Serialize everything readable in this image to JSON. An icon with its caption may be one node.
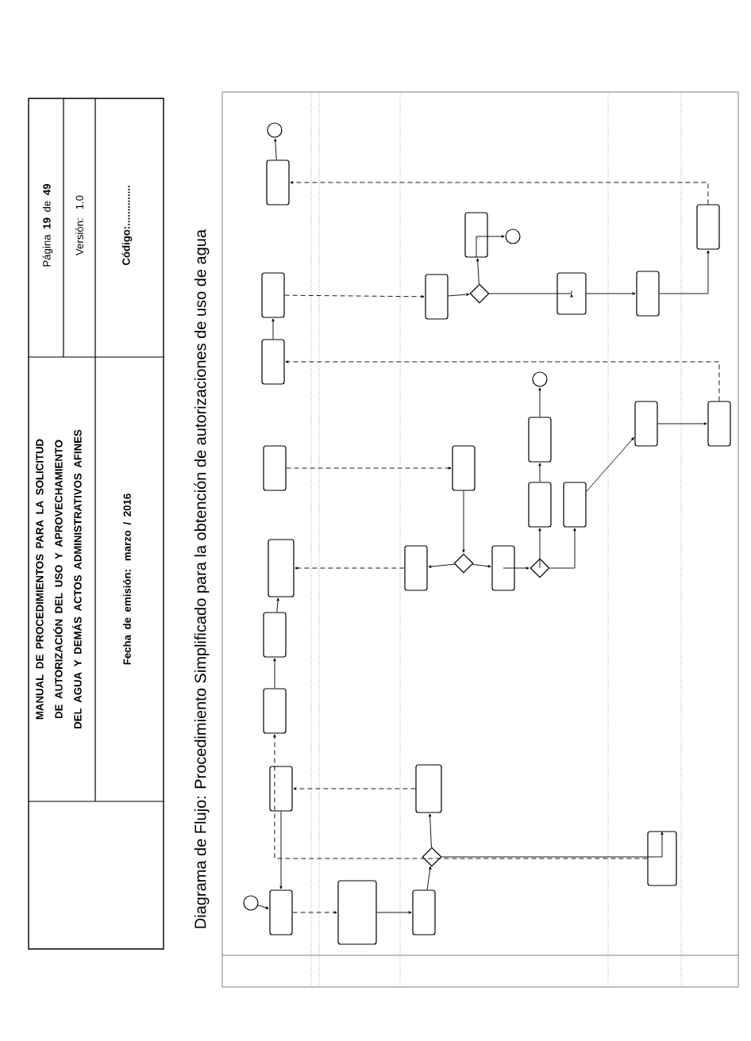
{
  "diagram": {
    "title": "Diagrama de Flujo: Procedimiento Simplificado para la obtención de autorizaciones de uso de agua",
    "nodes": [
      {
        "text": [],
        "shape": "circle"
      },
      {
        "text": [],
        "shape": "box"
      },
      {
        "text": [],
        "shape": "box"
      },
      {
        "text": [],
        "shape": "box"
      },
      {
        "text": [],
        "shape": "box"
      },
      {
        "text": [],
        "shape": "box"
      },
      {
        "text": [],
        "shape": "box"
      },
      {
        "text": [],
        "shape": "box"
      },
      {
        "text": [],
        "shape": "box"
      },
      {
        "text": [],
        "shape": "box"
      },
      {
        "text": [],
        "shape": "circle"
      },
      {
        "text": [],
        "shape": "box"
      },
      {
        "text": [],
        "shape": "box"
      },
      {
        "text": [],
        "shape": "diamond"
      },
      {
        "text": [],
        "shape": "box"
      },
      {
        "text": [],
        "shape": "box"
      },
      {
        "text": [],
        "shape": "diamond"
      },
      {
        "text": [],
        "shape": "box"
      },
      {
        "text": [],
        "shape": "box"
      },
      {
        "text": [],
        "shape": "diamond"
      },
      {
        "text": [],
        "shape": "box"
      },
      {
        "text": [],
        "shape": "circle"
      },
      {
        "text": [],
        "shape": "box"
      },
      {
        "text": [],
        "shape": "box"
      },
      {
        "text": [],
        "shape": "box"
      },
      {
        "text": [],
        "shape": "box"
      },
      {
        "text": [],
        "shape": "diamond"
      },
      {
        "text": [],
        "shape": "box"
      },
      {
        "text": [],
        "shape": "box"
      },
      {
        "text": [],
        "shape": "box"
      },
      {
        "text": [],
        "shape": "circle"
      },
      {
        "text": [],
        "shape": "box"
      },
      {
        "text": [],
        "shape": "box"
      },
      {
        "text": [],
        "shape": "box"
      }
    ],
    "edges": [
      {
        "from": 0,
        "to": 1,
        "arrow": "to"
      },
      {
        "from": 1,
        "to": 11,
        "arrow": "to",
        "style": "dashed"
      },
      {
        "from": 11,
        "to": 12,
        "arrow": "to"
      },
      {
        "from": 12,
        "to": 13,
        "arrow": "to"
      },
      {
        "from": 13,
        "to": 14,
        "arrow": "to"
      },
      {
        "from": 13,
        "to": 33,
        "arrow": "to"
      },
      {
        "from": 14,
        "to": 2,
        "arrow": "to",
        "style": "dashed"
      },
      {
        "from": 2,
        "to": 1,
        "arrow": "to"
      },
      {
        "from": 3,
        "to": 4,
        "arrow": "to"
      },
      {
        "from": 4,
        "to": 5,
        "arrow": "to"
      },
      {
        "from": 15,
        "to": 5,
        "arrow": "to",
        "style": "dashed"
      },
      {
        "from": 16,
        "to": 15,
        "arrow": "to"
      },
      {
        "from": 16,
        "to": 25,
        "arrow": "to"
      },
      {
        "from": 25,
        "to": 26,
        "arrow": "to"
      },
      {
        "from": 26,
        "to": 27,
        "arrow": "to"
      },
      {
        "from": 26,
        "to": 28,
        "arrow": "to"
      },
      {
        "from": 6,
        "to": 17,
        "arrow": "to",
        "style": "dashed"
      },
      {
        "from": 17,
        "to": 16,
        "arrow": "to"
      },
      {
        "from": 7,
        "to": 8,
        "arrow": "to"
      },
      {
        "from": 8,
        "to": 18,
        "arrow": "to",
        "style": "dashed"
      },
      {
        "from": 18,
        "to": 19,
        "arrow": "to"
      },
      {
        "from": 19,
        "to": 20,
        "arrow": "to"
      },
      {
        "from": 20,
        "to": 21,
        "arrow": "to"
      },
      {
        "from": 19,
        "to": 22,
        "arrow": "to"
      },
      {
        "from": 22,
        "to": 23,
        "arrow": "to"
      },
      {
        "from": 23,
        "to": 24,
        "arrow": "to"
      },
      {
        "from": 24,
        "to": 9,
        "arrow": "to",
        "style": "dashed"
      },
      {
        "from": 9,
        "to": 10,
        "arrow": "to"
      },
      {
        "from": 27,
        "to": 29,
        "arrow": "to"
      },
      {
        "from": 29,
        "to": 30,
        "arrow": "to"
      },
      {
        "from": 28,
        "to": 31,
        "arrow": "to"
      },
      {
        "from": 31,
        "to": 32,
        "arrow": "to"
      },
      {
        "from": 32,
        "to": 7,
        "arrow": "to",
        "style": "dashed"
      },
      {
        "from": 33,
        "to": 3,
        "arrow": "to",
        "style": "dashed"
      }
    ],
    "labels": [
      "MANUAL DE PROCEDIMIENTOS PARA LA SOLICITUD DE AUTORIZACIÓN DEL USO Y APROVECHAMIENTO DEL AGUA Y DEMÁS ACTOS ADMINISTRATIVOS AFINES",
      "Fecha de emisión: marzo / 2016",
      "Página **19** de **49**",
      "Versión: 1.0",
      "Código:.............."
    ]
  }
}
